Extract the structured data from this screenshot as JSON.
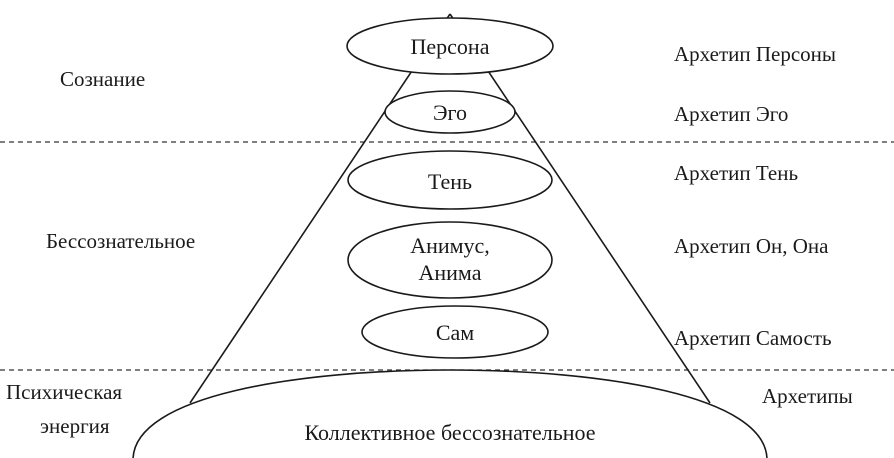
{
  "levels": {
    "consciousness": "Сознание",
    "unconscious": "Бессознательное",
    "psychic_energy_line1": "Психическая",
    "psychic_energy_line2": "энергия"
  },
  "layers": {
    "persona": "Персона",
    "ego": "Эго",
    "shadow": "Тень",
    "animus_line1": "Анимус,",
    "animus_line2": "Анима",
    "self": "Сам",
    "collective": "Коллективное бессознательное"
  },
  "archetypes": {
    "persona": "Архетип Персоны",
    "ego": "Архетип Эго",
    "shadow": "Архетип Тень",
    "animus": "Архетип Он, Она",
    "self": "Архетип Самость",
    "archetypes": "Архетипы"
  }
}
